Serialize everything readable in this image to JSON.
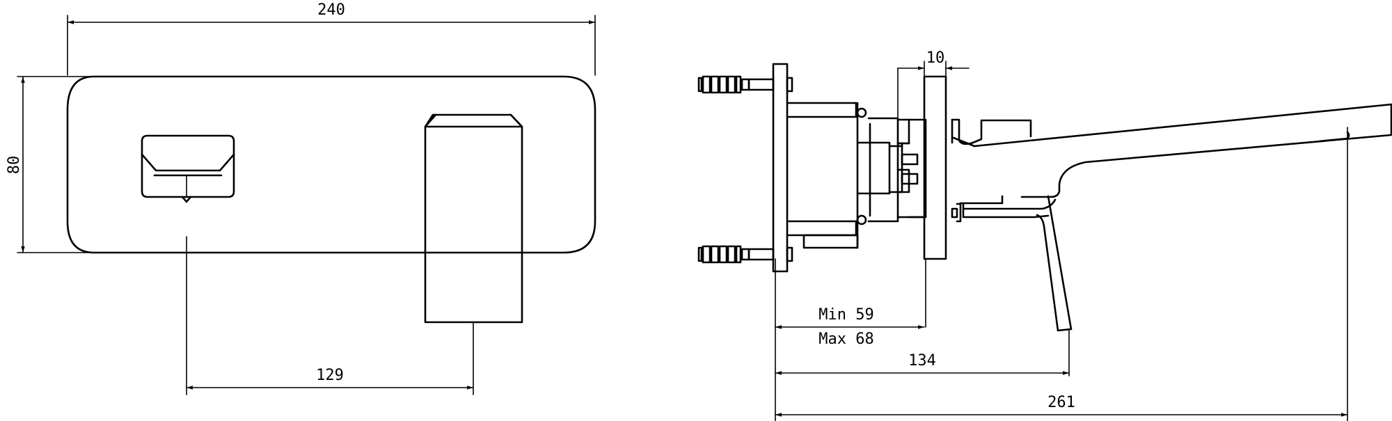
{
  "dimensions": {
    "front_width": "240",
    "front_height": "80",
    "lever_offset": "129",
    "plate_thickness": "10",
    "wall_min": "Min 59",
    "wall_max": "Max 68",
    "lever_projection": "134",
    "spout_projection": "261"
  }
}
